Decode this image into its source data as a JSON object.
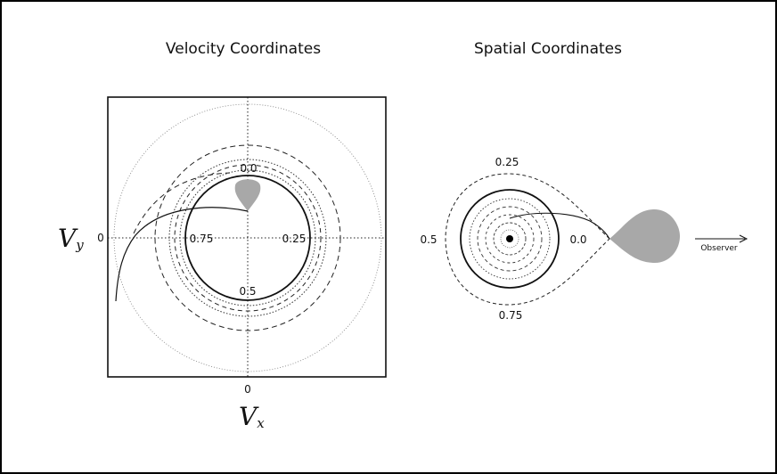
{
  "velocity": {
    "title": "Velocity Coordinates",
    "phase_labels": {
      "top": "0.0",
      "left": "0.75",
      "right": "0.25",
      "bottom": "0.5"
    },
    "axis_x_tick": "0",
    "axis_y_tick": "0",
    "axis_x_label": {
      "main": "V",
      "sub": "x"
    },
    "axis_y_label": {
      "main": "V",
      "sub": "y"
    }
  },
  "spatial": {
    "title": "Spatial Coordinates",
    "phase_labels": {
      "top": "0.25",
      "left": "0.5",
      "right": "0.0",
      "bottom": "0.75"
    },
    "observer_label": "Observer"
  },
  "colors": {
    "lobe_fill": "#a8a8a8",
    "ink": "#111111",
    "dotted": "#888888"
  }
}
